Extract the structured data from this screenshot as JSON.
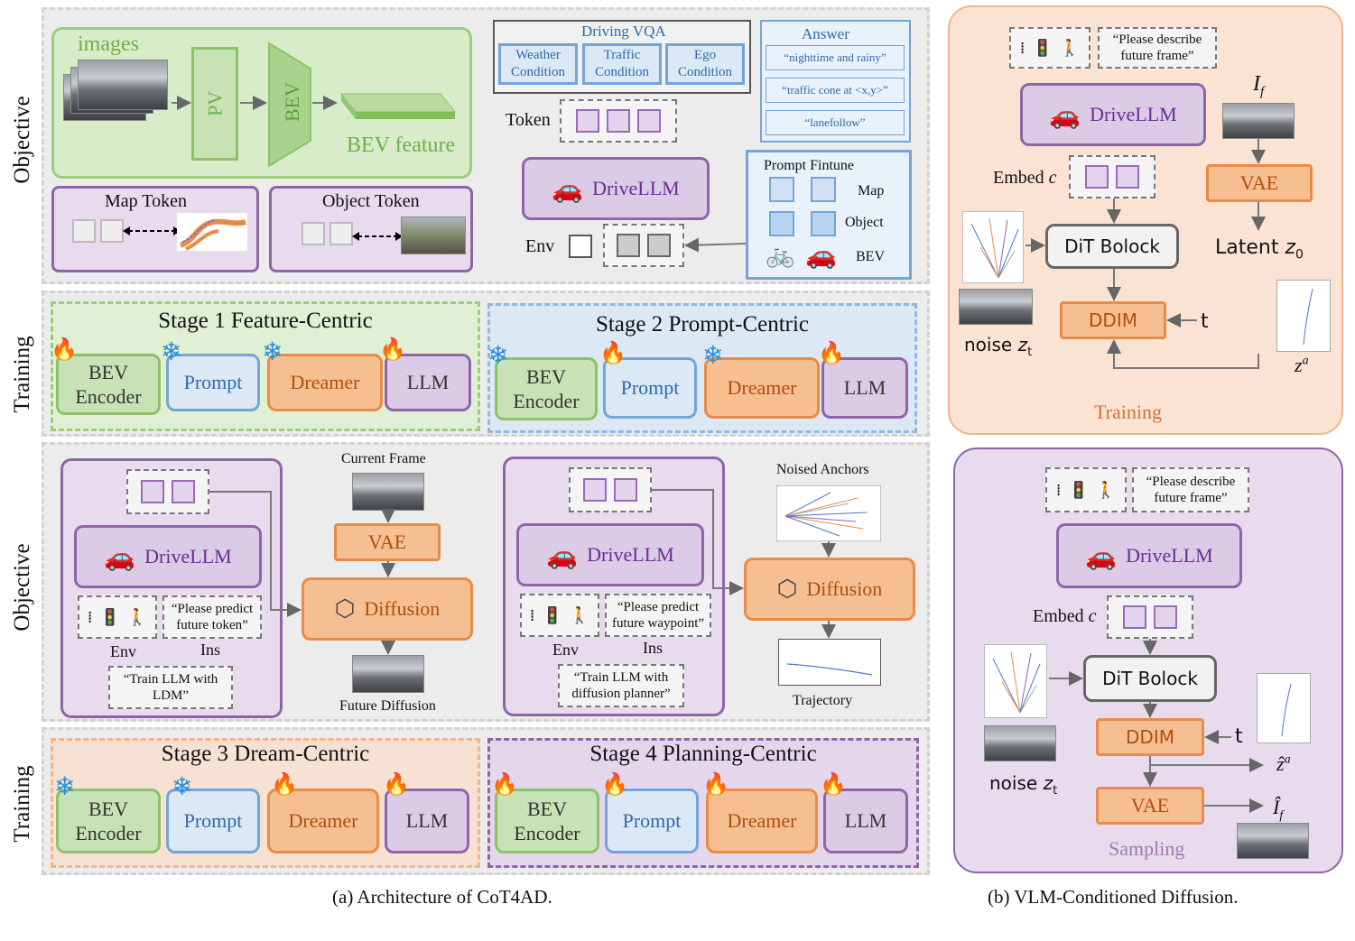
{
  "side_labels": {
    "objective": "Objective",
    "training": "Training"
  },
  "top_left": {
    "images": "images",
    "pv": "PV",
    "bev": "BEV",
    "bev_feature": "BEV feature",
    "map_token": "Map Token",
    "object_token": "Object Token"
  },
  "vqa": {
    "title": "Driving VQA",
    "weather": "Weather Condition",
    "traffic": "Traffic Condition",
    "ego": "Ego Condition",
    "answer_title": "Answer",
    "answers": [
      "“nighttime and rainy”",
      "“traffic cone at <x,y>”",
      "“lanefollow”"
    ],
    "token": "Token",
    "drivellm": "DriveLLM",
    "env": "Env",
    "prompt_title": "Prompt Fintune",
    "map": "Map",
    "object": "Object",
    "bev": "BEV"
  },
  "stages": {
    "s1": "Stage 1 Feature-Centric",
    "s2": "Stage 2 Prompt-Centric",
    "s3": "Stage 3 Dream-Centric",
    "s4": "Stage 4 Planning-Centric",
    "bev_encoder": "BEV Encoder",
    "prompt": "Prompt",
    "dreamer": "Dreamer",
    "llm": "LLM"
  },
  "dream": {
    "drivellm": "DriveLLM",
    "env": "Env",
    "ins": "Ins",
    "predict_token": "“Please predict future token”",
    "train_ldm": "“Train LLM with LDM”",
    "current_frame": "Current Frame",
    "vae": "VAE",
    "diffusion": "Diffusion",
    "future_diffusion": "Future Diffusion"
  },
  "plan": {
    "drivellm": "DriveLLM",
    "env": "Env",
    "ins": "Ins",
    "predict_waypoint": "“Please predict future waypoint”",
    "train_planner": "“Train LLM with diffusion planner”",
    "noised_anchors": "Noised Anchors",
    "diffusion": "Diffusion",
    "trajectory": "Trajectory"
  },
  "right_train": {
    "describe": "“Please describe future frame”",
    "drivellm": "DriveLLM",
    "if": "I",
    "if_sub": "f",
    "embed": "Embed",
    "c": "c",
    "vae": "VAE",
    "latent": "Latent",
    "z0": "z",
    "z0_sub": "0",
    "dit": "DiT Bolock",
    "ddim": "DDIM",
    "t": "t",
    "noise": "noise",
    "zt": "z",
    "zt_sub": "t",
    "za": "z",
    "za_sup": "a",
    "caption": "Training"
  },
  "right_sample": {
    "describe": "“Please describe future frame”",
    "drivellm": "DriveLLM",
    "embed": "Embed",
    "c": "c",
    "dit": "DiT Bolock",
    "ddim": "DDIM",
    "t": "t",
    "noise": "noise",
    "zt": "z",
    "zt_sub": "t",
    "vae": "VAE",
    "zhat": "ẑ",
    "zhat_sup": "a",
    "ihat": "Î",
    "ihat_sub": "f",
    "caption": "Sampling"
  },
  "captions": {
    "a": "(a) Architecture of CoT4AD.",
    "b": "(b) VLM-Conditioned Diffusion."
  },
  "colors": {
    "green": "#8cc26c",
    "blue": "#73a5d8",
    "orange": "#e98b48",
    "purple": "#8f65a8"
  }
}
